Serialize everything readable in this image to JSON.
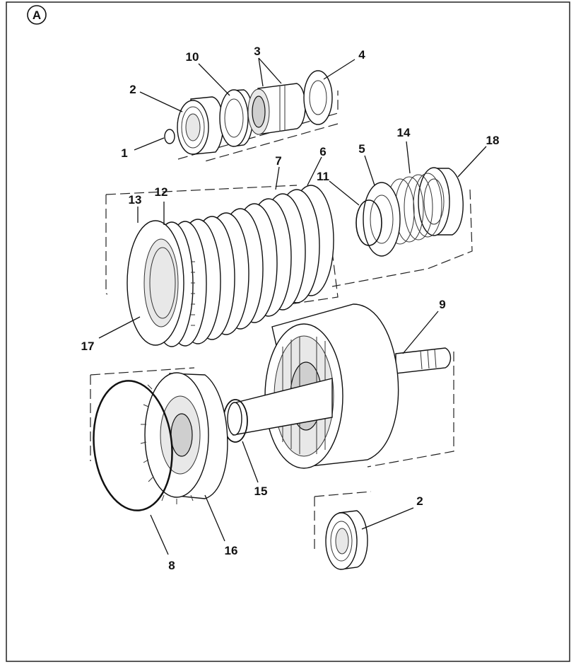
{
  "section_marker": "A",
  "callouts": {
    "c1": "1",
    "c2_top": "2",
    "c3": "3",
    "c4": "4",
    "c5": "5",
    "c6": "6",
    "c7": "7",
    "c8": "8",
    "c9": "9",
    "c10": "10",
    "c11": "11",
    "c12": "12",
    "c13": "13",
    "c14": "14",
    "c15": "15",
    "c16": "16",
    "c17": "17",
    "c18": "18",
    "c2_bottom": "2"
  }
}
